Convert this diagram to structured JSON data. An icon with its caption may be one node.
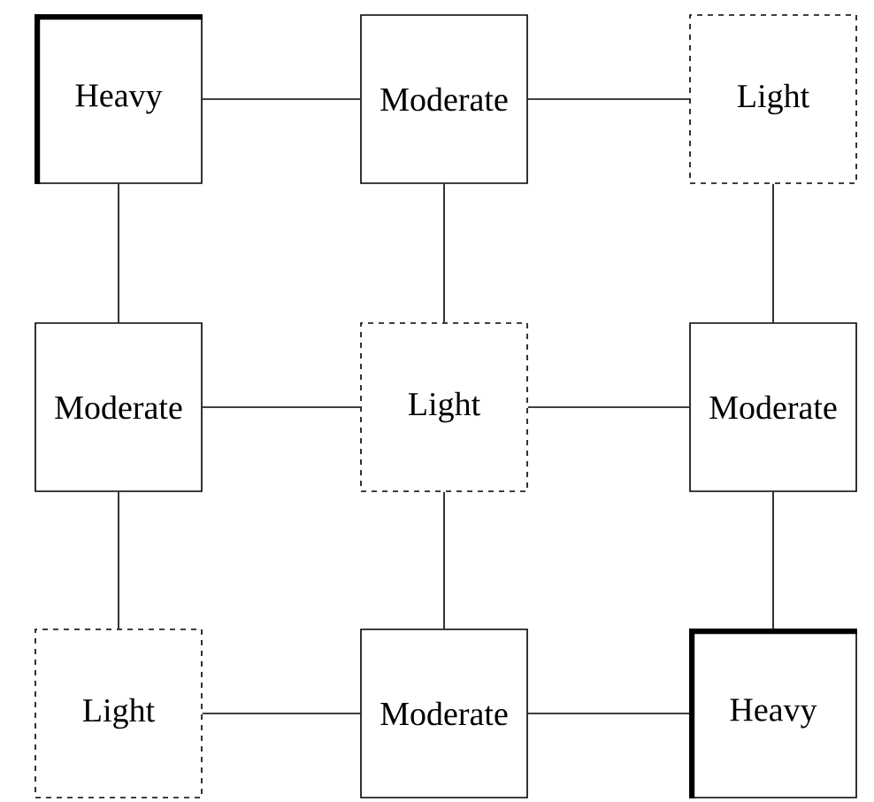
{
  "diagram": {
    "nodes": [
      {
        "text": [
          "Heavy"
        ]
      },
      {
        "text": [
          "Moderate"
        ]
      },
      {
        "text": [
          "Light"
        ]
      },
      {
        "text": [
          "Moderate"
        ]
      },
      {
        "text": [
          "Light"
        ]
      },
      {
        "text": [
          "Moderate"
        ]
      },
      {
        "text": [
          "Light"
        ]
      },
      {
        "text": [
          "Moderate"
        ]
      },
      {
        "text": [
          "Heavy"
        ]
      }
    ],
    "edges": [
      {
        "from": 0,
        "to": 1,
        "arrow": "none"
      },
      {
        "from": 1,
        "to": 2,
        "arrow": "none"
      },
      {
        "from": 0,
        "to": 3,
        "arrow": "none"
      },
      {
        "from": 1,
        "to": 4,
        "arrow": "none"
      },
      {
        "from": 2,
        "to": 5,
        "arrow": "none"
      },
      {
        "from": 3,
        "to": 4,
        "arrow": "none"
      },
      {
        "from": 4,
        "to": 5,
        "arrow": "none"
      },
      {
        "from": 3,
        "to": 6,
        "arrow": "none"
      },
      {
        "from": 4,
        "to": 7,
        "arrow": "none"
      },
      {
        "from": 5,
        "to": 8,
        "arrow": "none"
      },
      {
        "from": 6,
        "to": 7,
        "arrow": "none"
      },
      {
        "from": 7,
        "to": 8,
        "arrow": "none"
      }
    ]
  }
}
